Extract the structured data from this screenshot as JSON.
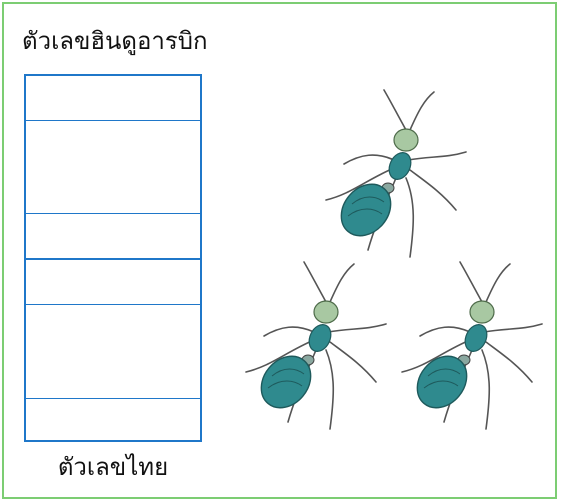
{
  "header": {
    "title": "ตัวเลขฮินดูอารบิก"
  },
  "footer": {
    "label": "ตัวเลขไทย"
  },
  "colors": {
    "frame": "#7ccd73",
    "grid": "#1f77c9",
    "ant_body": "#2f8a8e",
    "ant_head": "#a8c8a2"
  },
  "ants": {
    "count": 3,
    "icon": "ant-icon"
  }
}
